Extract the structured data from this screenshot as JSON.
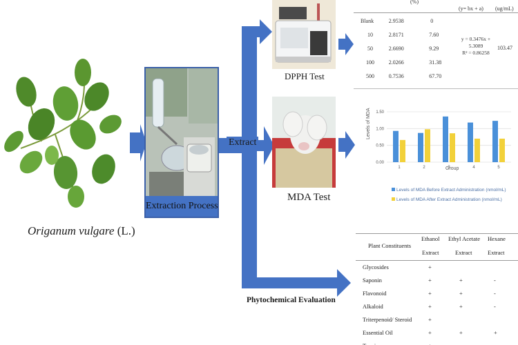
{
  "plant": {
    "name": "Origanum vulgare",
    "author": " (L.)"
  },
  "extraction": {
    "label": "Extraction Process"
  },
  "arrow_labels": {
    "extract": "Extract",
    "phytochemical": "Phytochemical Evaluation"
  },
  "dpph": {
    "caption": "DPPH Test",
    "header": [
      "(%)",
      "(y= bx + a)",
      "(ug/mL)"
    ],
    "rows": [
      {
        "conc": "Blank",
        "abs": "2.9538",
        "inhib": "0"
      },
      {
        "conc": "10",
        "abs": "2.8171",
        "inhib": "7.60"
      },
      {
        "conc": "50",
        "abs": "2.6690",
        "inhib": "9.29"
      },
      {
        "conc": "100",
        "abs": "2.0266",
        "inhib": "31.38"
      },
      {
        "conc": "500",
        "abs": "0.7536",
        "inhib": "67.70"
      }
    ],
    "equation_lines": [
      "y = 0.3476x +",
      "5.3089",
      "R² = 0.86258"
    ],
    "ic50": "103.47"
  },
  "mda": {
    "caption": "MDA Test",
    "chart_data": {
      "type": "bar",
      "categories": [
        "1",
        "2",
        "3",
        "4",
        "5"
      ],
      "series": [
        {
          "name": "Levels of MDA Before Extract Administration (nmol/mL)",
          "values": [
            0.93,
            0.87,
            1.36,
            1.18,
            1.23
          ],
          "color": "#4a90d9"
        },
        {
          "name": "Levels of MDA After Extract Administration (nmol/mL)",
          "values": [
            0.66,
            0.98,
            0.86,
            0.7,
            0.7
          ],
          "color": "#f2d13a"
        }
      ],
      "xlabel": "Group",
      "ylabel": "Levels of MDA",
      "ylim": [
        0,
        1.5
      ],
      "yticks": [
        "0.00",
        "0.50",
        "1.00",
        "1.50"
      ],
      "grid": true
    }
  },
  "phytochem": {
    "header": {
      "constituents": "Plant Constituents",
      "ethanol": [
        "Ethanol",
        "Extract"
      ],
      "ethyl": [
        "Ethyl Acetate",
        "Extract"
      ],
      "hexane": [
        "Hexane",
        "Extract"
      ]
    },
    "rows": [
      {
        "name": "Glycosides",
        "ethanol": "+",
        "ethyl": "",
        "hexane": ""
      },
      {
        "name": "Saponin",
        "ethanol": "+",
        "ethyl": "+",
        "hexane": "-"
      },
      {
        "name": "Flavonoid",
        "ethanol": "+",
        "ethyl": "+",
        "hexane": "-"
      },
      {
        "name": "Alkaloid",
        "ethanol": "+",
        "ethyl": "+",
        "hexane": "-"
      },
      {
        "name": "Triterpenoid/ Steroid",
        "ethanol": "+",
        "ethyl": "",
        "hexane": ""
      },
      {
        "name": "Essential Oil",
        "ethanol": "+",
        "ethyl": "+",
        "hexane": "+"
      },
      {
        "name": "Tannin",
        "ethanol": "+",
        "ethyl": "",
        "hexane": ""
      }
    ]
  },
  "colors": {
    "arrow": "#4472c4",
    "border": "#3a5fa8"
  }
}
